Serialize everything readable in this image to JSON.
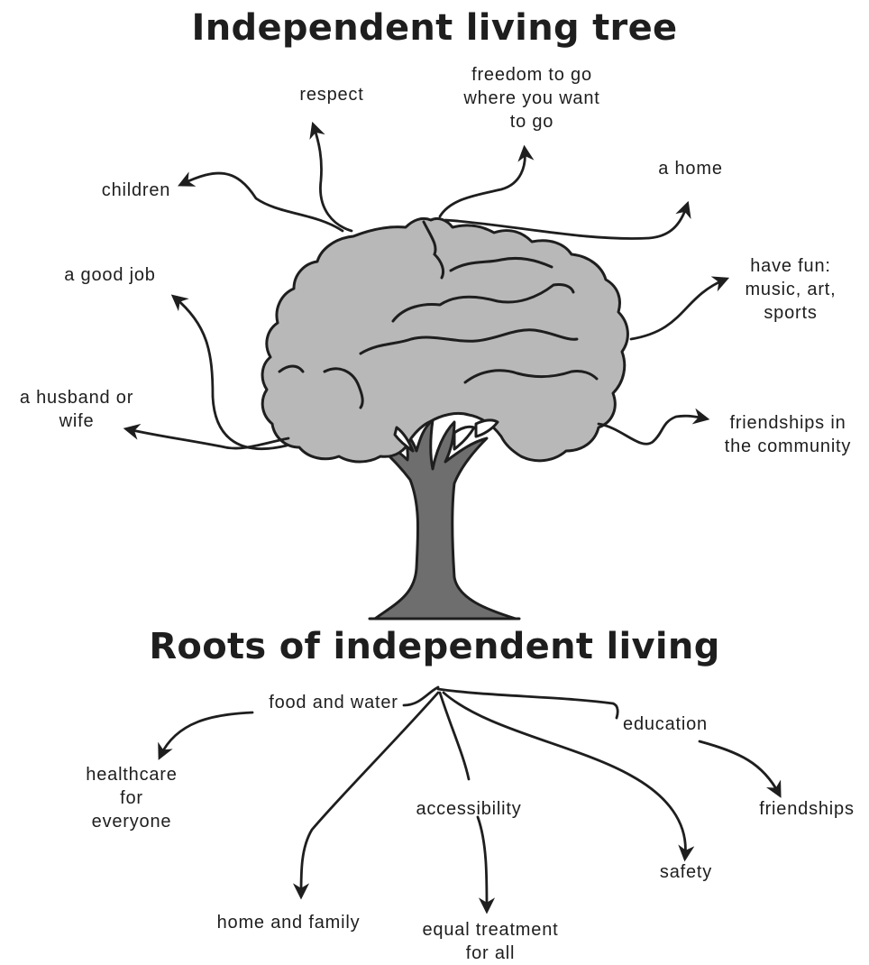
{
  "titles": {
    "tree": "Independent living tree",
    "roots": "Roots of independent living"
  },
  "branches": {
    "respect": "respect",
    "freedom": "freedom to go\nwhere you want\nto go",
    "home": "a home",
    "children": "children",
    "good_job": "a good job",
    "have_fun": "have fun:\nmusic, art,\nsports",
    "spouse": "a husband or\nwife",
    "friendships_community": "friendships in\nthe community"
  },
  "roots": {
    "food_water": "food and water",
    "education": "education",
    "healthcare": "healthcare\nfor\neveryone",
    "accessibility": "accessibility",
    "friendships": "friendships",
    "safety": "safety",
    "home_family": "home and family",
    "equal_treatment": "equal treatment\nfor all"
  },
  "colors": {
    "ink": "#1e1e1e",
    "canopy": "#b8b8b8",
    "trunk": "#6e6e6e"
  }
}
